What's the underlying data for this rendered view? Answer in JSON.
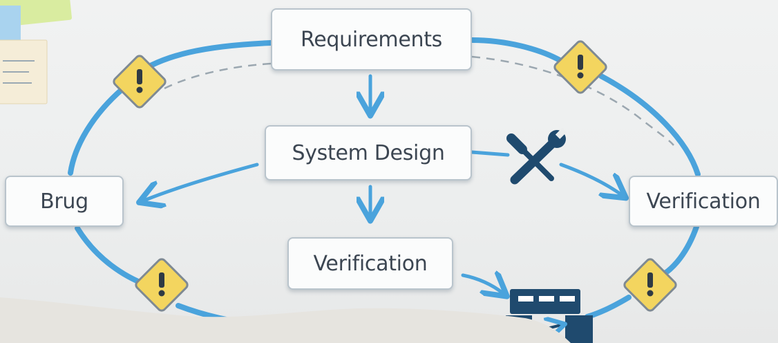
{
  "nodes": {
    "requirements": "Requirements",
    "system_design": "System Design",
    "verification": "Verification",
    "brug": "Brug",
    "verification_right": "Verification"
  },
  "icons": {
    "warning": "warning-triangle-icon",
    "tools": "wrench-screwdriver-icon",
    "hardware": "hardware-device-icon"
  },
  "colors": {
    "cycle_blue": "#4aa3dc",
    "warning_yellow": "#f3d55f",
    "tool_navy": "#1f4a6e"
  }
}
